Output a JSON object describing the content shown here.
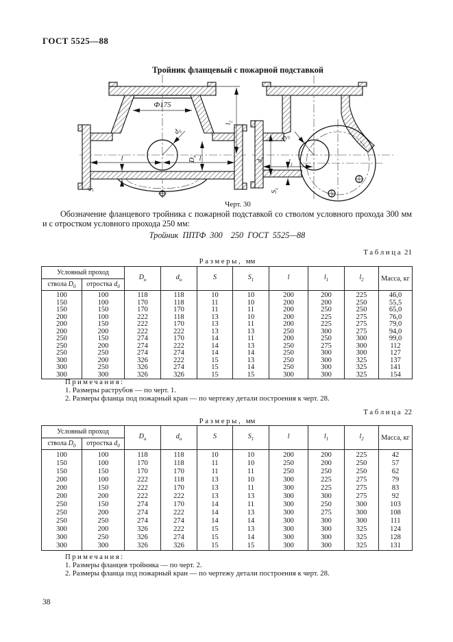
{
  "page": {
    "standard": "ГОСТ 5525—88",
    "number": "38"
  },
  "figure": {
    "title": "Тройник фланцевый с пожарной подставкой",
    "caption": "Черт. 30",
    "labels": {
      "phi": "Ф175",
      "d0": {
        "base": "d",
        "sub": "0"
      },
      "D0": {
        "base": "D",
        "sub": "0"
      },
      "Dn": {
        "base": "D",
        "sub": "н"
      },
      "dn": {
        "base": "d",
        "sub": "н"
      },
      "l": {
        "base": "l",
        "sub": ""
      },
      "l1": {
        "base": "l",
        "sub": "1"
      },
      "l2": {
        "base": "l",
        "sub": "2"
      },
      "S": {
        "base": "S",
        "sub": ""
      },
      "S1": {
        "base": "S",
        "sub": "1"
      }
    }
  },
  "designation": {
    "text": "Обозначение фланцевого тройника с пожарной подставкой со стволом условного прохода 300 мм и с отростком условного прохода 250 мм:",
    "example": "Тройник  ППТФ  300    250  ГОСТ  5525—88"
  },
  "table21": {
    "label": "Таблица",
    "label_num": "21",
    "size_caption": "Размеры,",
    "size_units": "мм",
    "head": {
      "group": "Условный проход",
      "trunk": {
        "text": "ствола ",
        "base": "D",
        "sub": "0"
      },
      "branch": {
        "text": "отростка ",
        "base": "d",
        "sub": "0"
      },
      "cols": [
        {
          "base": "D",
          "sub": "н"
        },
        {
          "base": "d",
          "sub": "н"
        },
        {
          "base": "S",
          "sub": ""
        },
        {
          "base": "S",
          "sub": "1"
        },
        {
          "base": "l",
          "sub": ""
        },
        {
          "base": "l",
          "sub": "1"
        },
        {
          "base": "l",
          "sub": "2"
        }
      ],
      "mass": "Масса, кг"
    },
    "rows": [
      [
        "100",
        "100",
        "118",
        "118",
        "10",
        "10",
        "200",
        "200",
        "225",
        "46,0"
      ],
      [
        "150",
        "100",
        "170",
        "118",
        "11",
        "10",
        "200",
        "200",
        "250",
        "55,5"
      ],
      [
        "150",
        "150",
        "170",
        "170",
        "11",
        "11",
        "200",
        "250",
        "250",
        "65,0"
      ],
      [
        "200",
        "100",
        "222",
        "118",
        "13",
        "10",
        "200",
        "225",
        "275",
        "76,0"
      ],
      [
        "200",
        "150",
        "222",
        "170",
        "13",
        "11",
        "200",
        "225",
        "275",
        "79,0"
      ],
      [
        "200",
        "200",
        "222",
        "222",
        "13",
        "13",
        "250",
        "300",
        "275",
        "94,0"
      ],
      [
        "250",
        "150",
        "274",
        "170",
        "14",
        "11",
        "200",
        "250",
        "300",
        "99,0"
      ],
      [
        "250",
        "200",
        "274",
        "222",
        "14",
        "13",
        "250",
        "275",
        "300",
        "112"
      ],
      [
        "250",
        "250",
        "274",
        "274",
        "14",
        "14",
        "250",
        "300",
        "300",
        "127"
      ],
      [
        "300",
        "200",
        "326",
        "222",
        "15",
        "13",
        "250",
        "300",
        "325",
        "137"
      ],
      [
        "300",
        "250",
        "326",
        "274",
        "15",
        "14",
        "250",
        "300",
        "325",
        "141"
      ],
      [
        "300",
        "300",
        "326",
        "326",
        "15",
        "15",
        "300",
        "300",
        "325",
        "154"
      ]
    ],
    "notes_title": "Примечания:",
    "notes": [
      "1. Размеры раструбов — по черт. 1.",
      "2. Размеры фланца под пожарный кран — по чертежу детали построения к черт. 28."
    ]
  },
  "table22": {
    "label": "Таблица",
    "label_num": "22",
    "size_caption": "Размеры,",
    "size_units": "мм",
    "head": {
      "group": "Условный проход",
      "trunk": {
        "text": "ствола ",
        "base": "D",
        "sub": "0"
      },
      "branch": {
        "text": "отростка ",
        "base": "d",
        "sub": "0"
      },
      "cols": [
        {
          "base": "D",
          "sub": "н"
        },
        {
          "base": "d",
          "sub": "н"
        },
        {
          "base": "S",
          "sub": ""
        },
        {
          "base": "S",
          "sub": "1"
        },
        {
          "base": "l",
          "sub": ""
        },
        {
          "base": "l",
          "sub": "1"
        },
        {
          "base": "l",
          "sub": "2"
        }
      ],
      "mass": "Масса, кг"
    },
    "rows": [
      [
        "100",
        "100",
        "118",
        "118",
        "10",
        "10",
        "200",
        "200",
        "225",
        "42"
      ],
      [
        "150",
        "100",
        "170",
        "118",
        "11",
        "10",
        "250",
        "200",
        "250",
        "57"
      ],
      [
        "150",
        "150",
        "170",
        "170",
        "11",
        "11",
        "250",
        "250",
        "250",
        "62"
      ],
      [
        "200",
        "100",
        "222",
        "118",
        "13",
        "10",
        "300",
        "225",
        "275",
        "79"
      ],
      [
        "200",
        "150",
        "222",
        "170",
        "13",
        "11",
        "300",
        "225",
        "275",
        "83"
      ],
      [
        "200",
        "200",
        "222",
        "222",
        "13",
        "13",
        "300",
        "300",
        "275",
        "92"
      ],
      [
        "250",
        "150",
        "274",
        "170",
        "14",
        "11",
        "300",
        "250",
        "300",
        "103"
      ],
      [
        "250",
        "200",
        "274",
        "222",
        "14",
        "13",
        "300",
        "275",
        "300",
        "108"
      ],
      [
        "250",
        "250",
        "274",
        "274",
        "14",
        "14",
        "300",
        "300",
        "300",
        "111"
      ],
      [
        "300",
        "200",
        "326",
        "222",
        "15",
        "13",
        "300",
        "300",
        "325",
        "124"
      ],
      [
        "300",
        "250",
        "326",
        "274",
        "15",
        "14",
        "300",
        "300",
        "325",
        "128"
      ],
      [
        "300",
        "300",
        "326",
        "326",
        "15",
        "15",
        "300",
        "300",
        "325",
        "131"
      ]
    ],
    "notes_title": "Примечания:",
    "notes": [
      "1. Размеры фланцев тройника — по черт. 2.",
      "2. Размеры фланца под пожарный кран — по чертежу детали построения к черт. 28."
    ]
  }
}
